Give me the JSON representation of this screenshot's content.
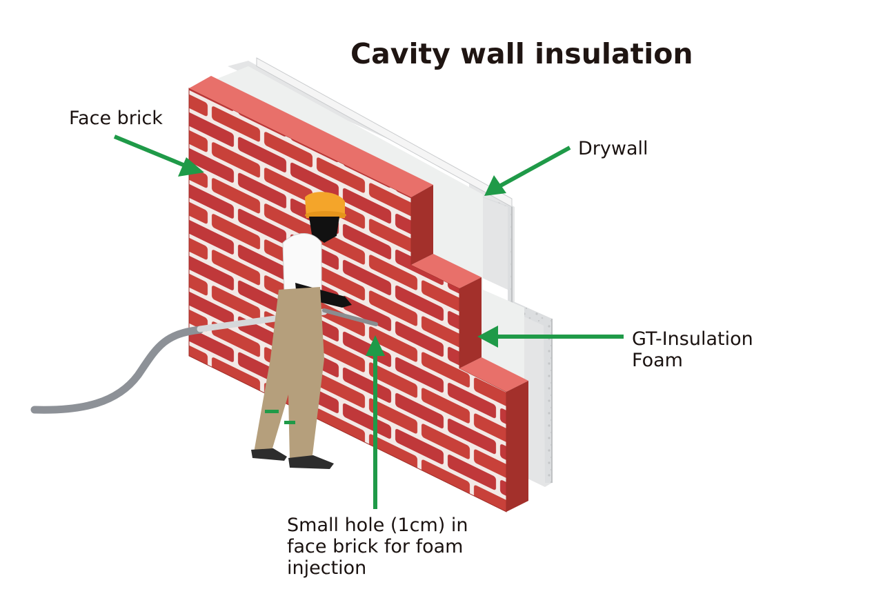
{
  "title": "Cavity wall insulation",
  "labels": {
    "face_brick": "Face brick",
    "drywall": "Drywall",
    "foam_line1": "GT-Insulation",
    "foam_line2": "Foam",
    "hole_line1": "Small hole (1cm) in",
    "hole_line2": "face brick for foam",
    "hole_line3": "injection"
  },
  "colors": {
    "arrow": "#1f9a48",
    "brick": "#c8413a",
    "brick_top": "#e8706a",
    "mortar": "#f3e9e6",
    "foam": "#eef0ef",
    "drywall": "#d4d6d8",
    "hardhat": "#f4a52a",
    "overalls": "#b59f7c",
    "hose": "#8d9197"
  }
}
